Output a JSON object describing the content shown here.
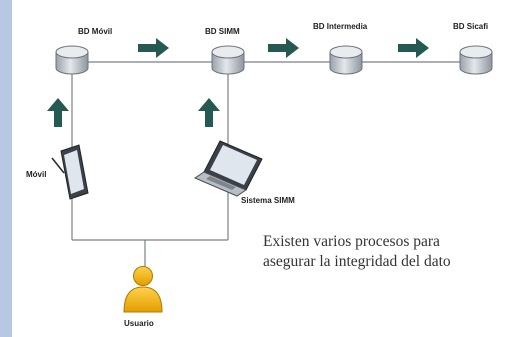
{
  "nodes": {
    "bd_movil": "BD Móvil",
    "bd_simm": "BD SIMM",
    "bd_intermedia": "BD Intermedia",
    "bd_sicafi": "BD Sicafi",
    "movil": "Móvil",
    "sistema_simm": "Sistema SIMM",
    "usuario": "Usuario"
  },
  "note": {
    "line1": "Existen varios procesos para",
    "line2": "asegurar la integridad del dato"
  },
  "colors": {
    "side_band": "#b7c8e3",
    "arrow": "#245a52",
    "database": "#cfd4da",
    "user": "#f0b400",
    "line": "#7a7f88"
  }
}
